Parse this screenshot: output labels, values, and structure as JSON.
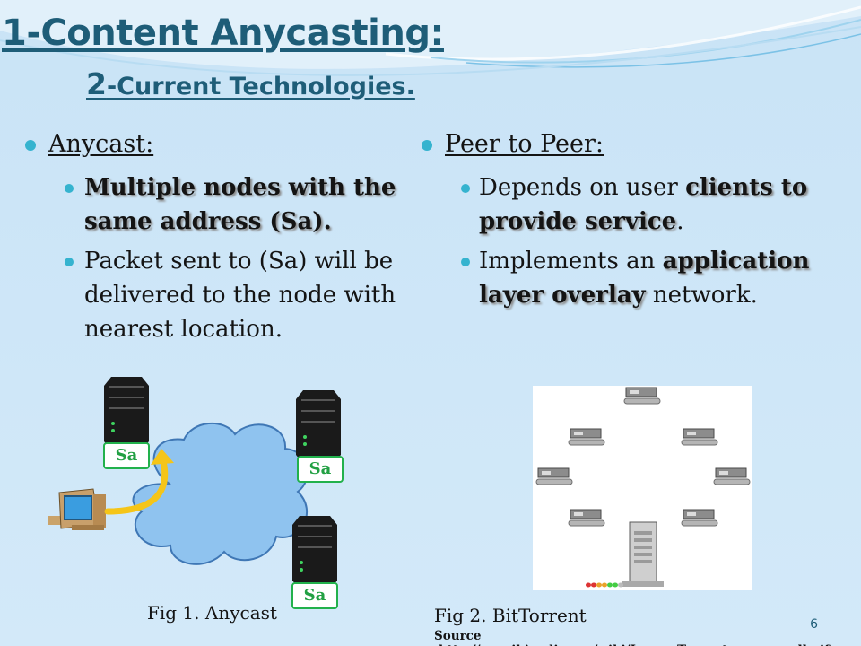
{
  "title": "1-Content Anycasting:",
  "subtitle_num": "2",
  "subtitle_rest": "-Current Technologies.",
  "left": {
    "heading": "Anycast:",
    "bullet1": "Multiple nodes with the same address (Sa).",
    "bullet2": "Packet sent to (Sa) will be delivered to the node with nearest location."
  },
  "right": {
    "heading": "Peer to Peer:",
    "b1_pre": "Depends on user ",
    "b1_bold": "clients to provide service",
    "b1_post": ".",
    "b2_pre": "Implements an ",
    "b2_bold": "application layer overlay",
    "b2_post": " network."
  },
  "fig1": {
    "label_sa": "Sa",
    "caption": "Fig 1. Anycast"
  },
  "fig2": {
    "caption": "Fig 2. BitTorrent",
    "source": "Source :http://en.wikipedia.org/wiki/Image:Torrentcomp_small.gif"
  },
  "page_number": "6",
  "colors": {
    "title": "#1e5d78",
    "bullet": "#35b3cf",
    "sa_border": "#22b14c",
    "cloud": "#8fc3ef",
    "arrow": "#f5c518"
  }
}
